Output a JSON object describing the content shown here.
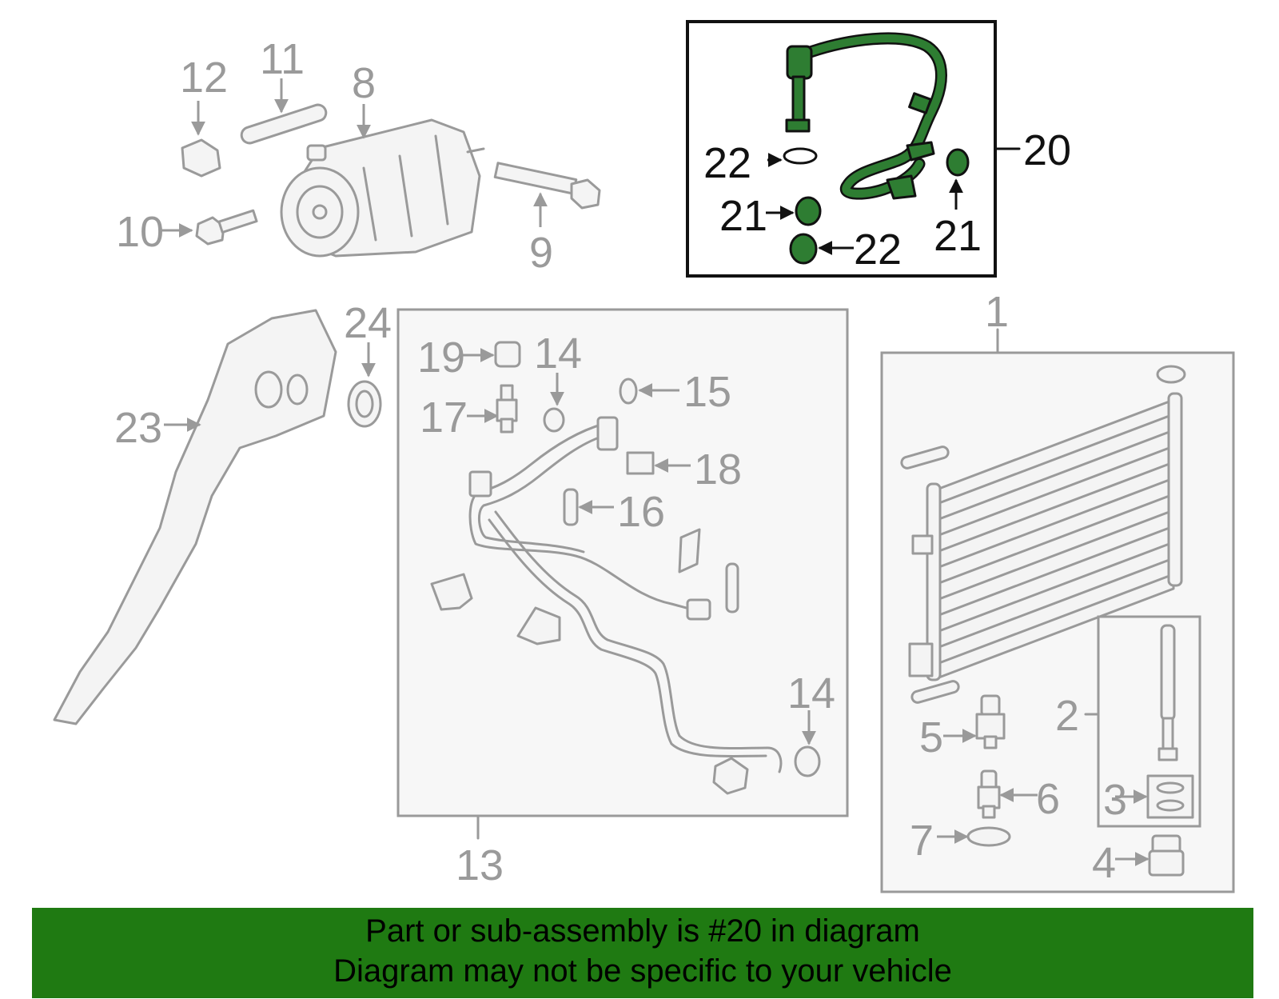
{
  "callouts": {
    "c1": "1",
    "c2": "2",
    "c3": "3",
    "c4": "4",
    "c5": "5",
    "c6": "6",
    "c7": "7",
    "c8": "8",
    "c9": "9",
    "c10": "10",
    "c11": "11",
    "c12": "12",
    "c13": "13",
    "c14a": "14",
    "c14b": "14",
    "c15": "15",
    "c16": "16",
    "c17": "17",
    "c18": "18",
    "c19": "19",
    "c20": "20",
    "c21a": "21",
    "c21b": "21",
    "c22a": "22",
    "c22b": "22",
    "c23": "23",
    "c24": "24"
  },
  "banner": {
    "line1": "Part or sub-assembly is #20 in diagram",
    "line2": "Diagram may not be specific to your vehicle"
  },
  "colors": {
    "highlight": "#2e7d32",
    "banner": "#1f7a12",
    "part_gray": "#9a9a9a"
  }
}
